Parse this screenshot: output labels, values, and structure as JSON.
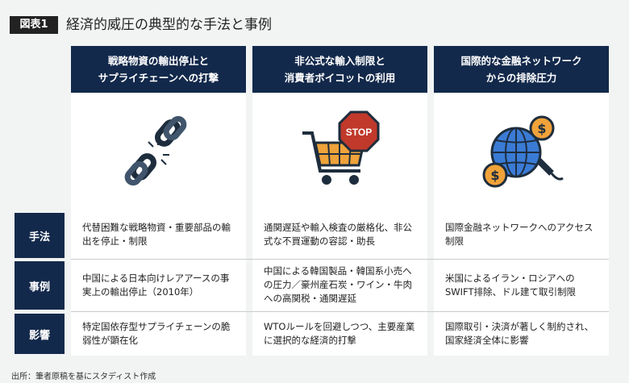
{
  "badge": "図表1",
  "title": "経済的威圧の典型的な手法と事例",
  "columns": [
    {
      "header": [
        "戦略物資の輸出停止と",
        "サプライチェーンへの打撃"
      ],
      "icon": "broken-chain-icon",
      "method": "代替困難な戦略物資・重要部品の輸出を停止・制限",
      "case": "中国による日本向けレアアースの事実上の輸出停止（2010年）",
      "impact": "特定国依存型サプライチェーンの脆弱性が顕在化"
    },
    {
      "header": [
        "非公式な輸入制限と",
        "消費者ボイコットの利用"
      ],
      "icon": "cart-stop-icon",
      "stop": "STOP",
      "method": "通関遅延や輸入検査の厳格化、非公式な不買運動の容認・助長",
      "case": "中国による韓国製品・韓国系小売への圧力／豪州産石炭・ワイン・牛肉への高関税・通関遅延",
      "impact": "WTOルールを回避しつつ、主要産業に選択的な経済的打撃"
    },
    {
      "header": [
        "国際的な金融ネットワーク",
        "からの排除圧力"
      ],
      "icon": "globe-dollar-plug-icon",
      "method": "国際金融ネットワークへのアクセス制限",
      "case": "米国によるイラン・ロシアへのSWIFT排除、ドル建て取引制限",
      "impact": "国際取引・決済が著しく制約され、国家経済全体に影響"
    }
  ],
  "rows": {
    "method": "手法",
    "case": "事例",
    "impact": "影響"
  },
  "source": "出所：筆者原稿を基にスタディスト作成",
  "colors": {
    "navy": "#13294b",
    "orange": "#f0a33a",
    "red": "#c0392b",
    "blue": "#3a7bd5"
  }
}
